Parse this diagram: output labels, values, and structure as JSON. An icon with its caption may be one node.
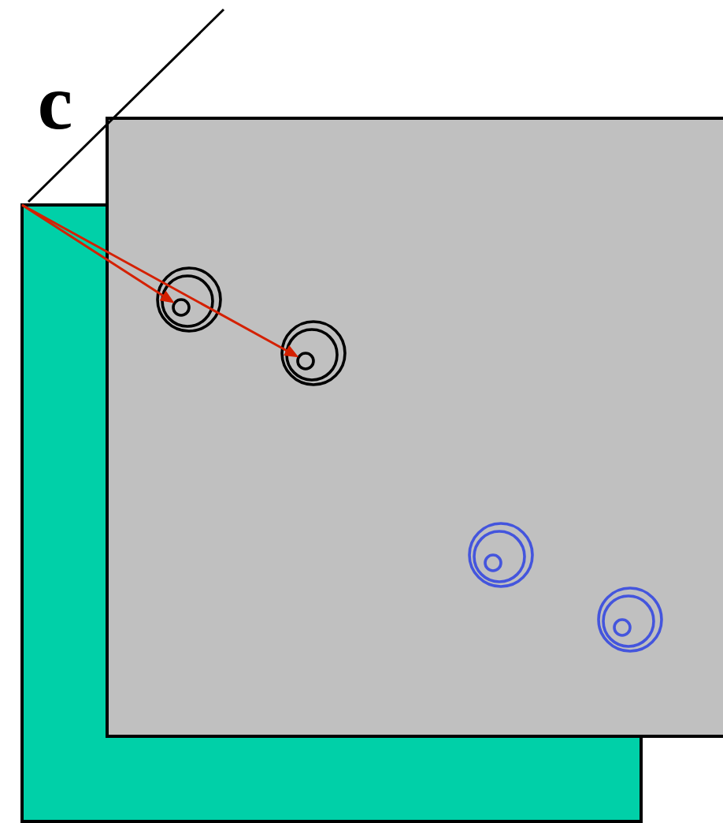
{
  "diagram": {
    "nodes": [
      {
        "text": [],
        "shape": "circle"
      },
      {
        "text": [],
        "shape": "circle"
      },
      {
        "text": [],
        "shape": "circle"
      },
      {
        "text": [],
        "shape": "circle"
      }
    ],
    "edges": [
      {
        "from": null,
        "to": 0,
        "arrow": "to",
        "color": "#d42000"
      },
      {
        "from": null,
        "to": 1,
        "arrow": "to",
        "color": "#d42000"
      }
    ],
    "labels": [
      "c"
    ]
  }
}
